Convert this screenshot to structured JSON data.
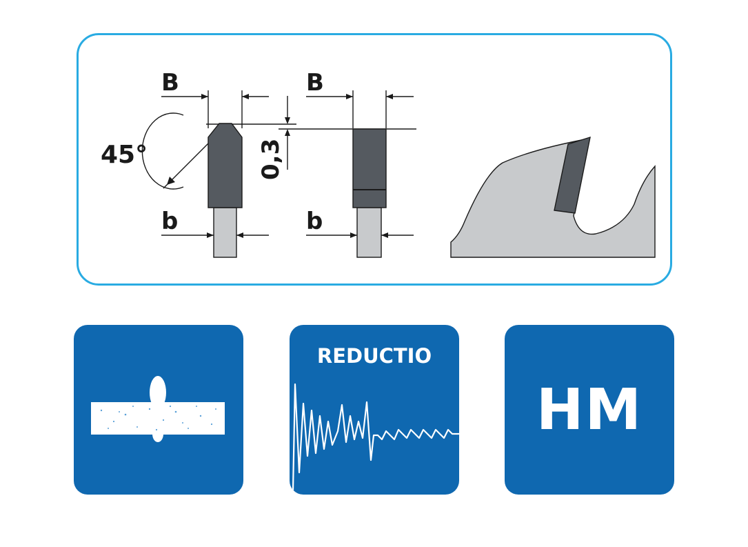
{
  "diagram": {
    "left_tooth": {
      "width_label": "B",
      "body_label": "b",
      "angle_label": "45°"
    },
    "right_tooth": {
      "width_label": "B",
      "body_label": "b",
      "chamfer_label": "0,3"
    }
  },
  "icons": {
    "cut_quality": {
      "icon": "board-cut-icon"
    },
    "reductio": {
      "title": "REDUCTIO",
      "icon": "vibration-damping-icon"
    },
    "material": {
      "label": "HM"
    }
  },
  "colors": {
    "frame": "#29abe2",
    "tile": "#0f68b0",
    "tooth": "#555a60",
    "blade": "#c8cacc"
  }
}
